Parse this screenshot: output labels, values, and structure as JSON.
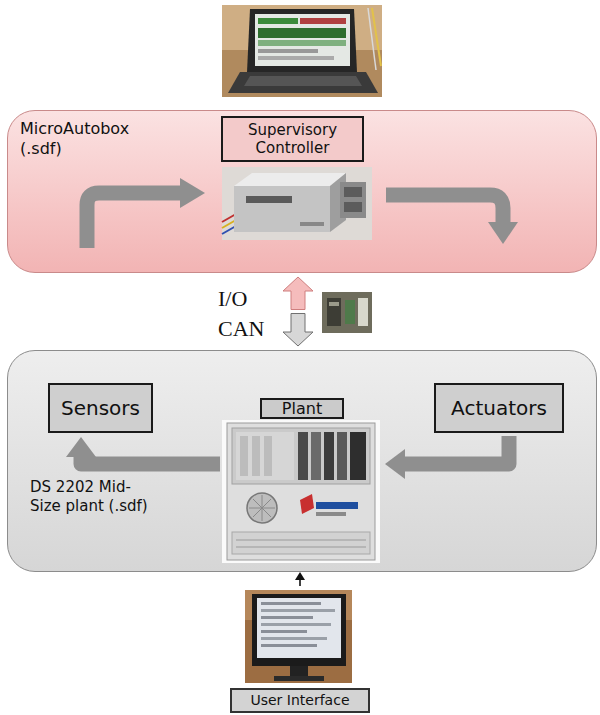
{
  "diagram": {
    "nodes": [
      {
        "text": [
          "MicroAutobox (.sdf)"
        ]
      },
      {
        "text": [
          "Supervisory Controller"
        ],
        "in": 0
      },
      {
        "text": [
          "DS 2202 Mid-Size plant (.sdf)"
        ]
      },
      {
        "text": [
          "Sensors"
        ],
        "in": 2
      },
      {
        "text": [
          "Plant"
        ],
        "in": 2
      },
      {
        "text": [
          "Actuators"
        ],
        "in": 2
      },
      {
        "text": [
          "User Interface"
        ]
      }
    ],
    "edges": [
      {
        "from": 2,
        "to": 0,
        "arrow": "to"
      },
      {
        "from": 0,
        "to": 2,
        "arrow": "to"
      },
      {
        "from": 4,
        "to": 3,
        "arrow": "to"
      },
      {
        "from": 5,
        "to": 4,
        "arrow": "to"
      },
      {
        "from": 6,
        "to": 2,
        "arrow": "to"
      }
    ],
    "labels": [
      "I/O",
      "CAN"
    ]
  }
}
